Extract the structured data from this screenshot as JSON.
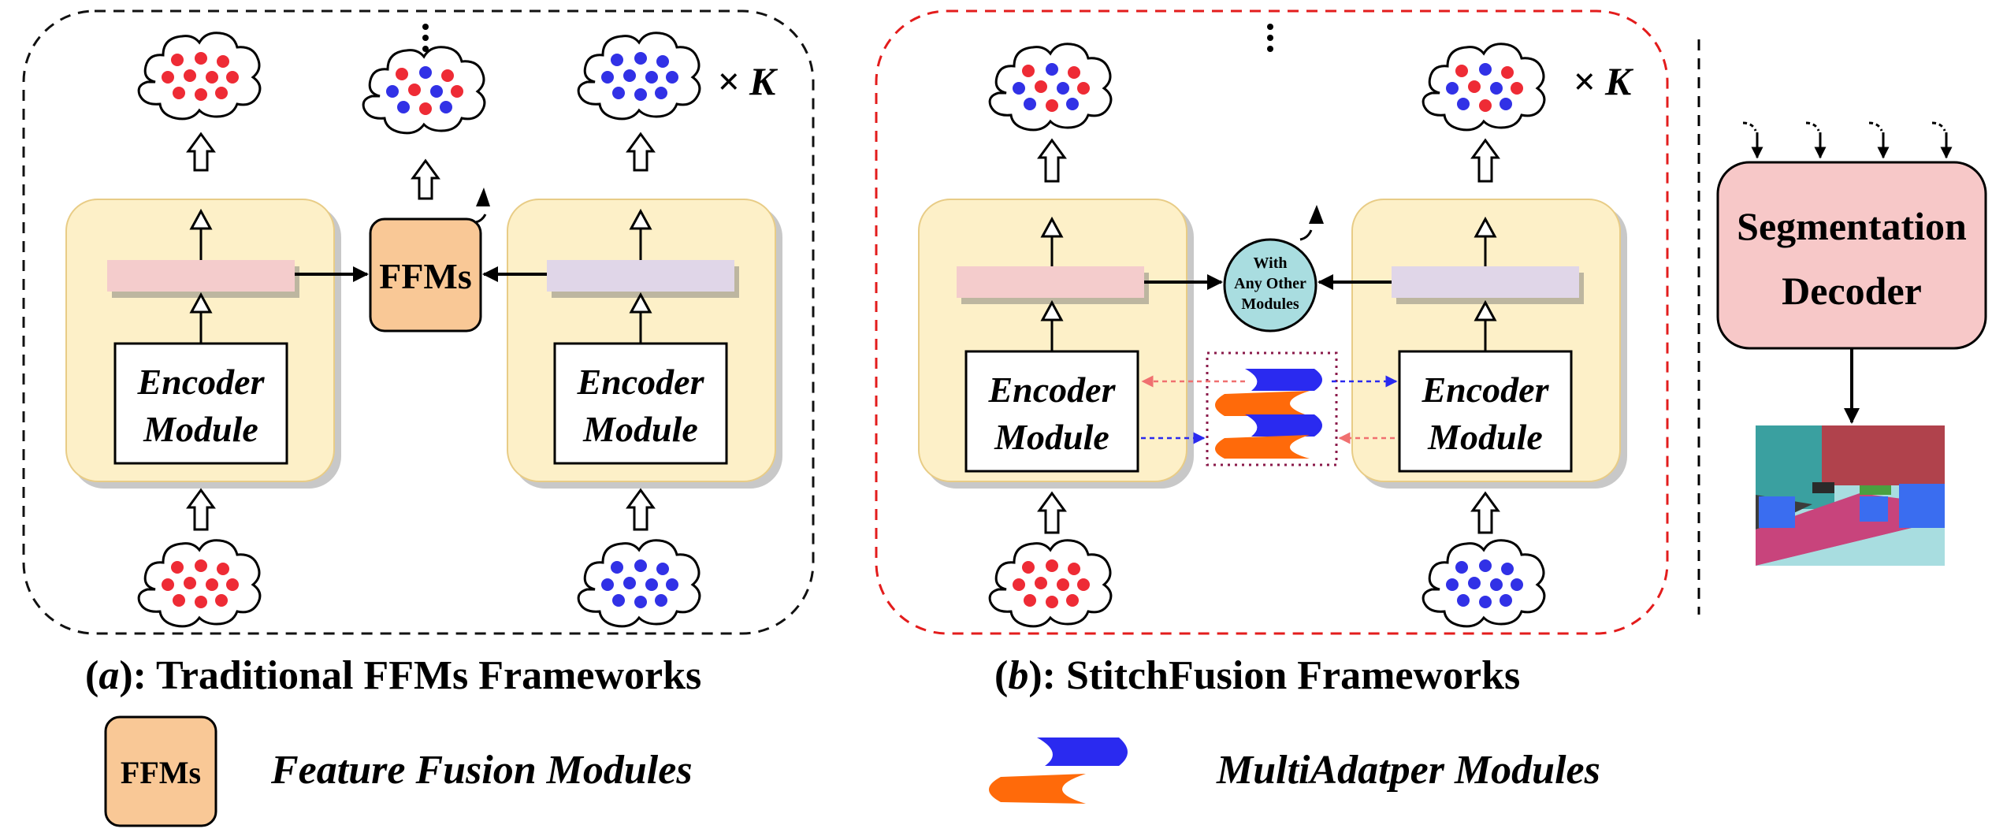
{
  "colors": {
    "red_dot": "#ee2b35",
    "blue_dot": "#3131e6",
    "encoder_bg": "#fdf0c8",
    "ffm_bg": "#f9c896",
    "decoder_bg": "#f7c8c8",
    "feat_pink": "#f4cccc",
    "feat_lilac": "#e0d6e8",
    "module_circle": "#a9dde0",
    "red_border": "#e31c1c",
    "adapter_blue": "#2a2af0",
    "adapter_orange": "#ff6a0a"
  },
  "panel_a": {
    "left_encoder": {
      "line1": "Encoder",
      "line2": "Module"
    },
    "right_encoder": {
      "line1": "Encoder",
      "line2": "Module"
    },
    "ffm_label": "FFMs",
    "times_k": "× K",
    "caption_letter": "a",
    "caption_rest": "): Traditional FFMs Frameworks"
  },
  "panel_b": {
    "left_encoder": {
      "line1": "Encoder",
      "line2": "Module"
    },
    "right_encoder": {
      "line1": "Encoder",
      "line2": "Module"
    },
    "module_line1": "With",
    "module_line2": "Any Other",
    "module_line3": "Modules",
    "times_k": "× K",
    "caption_letter": "b",
    "caption_rest": "): StitchFusion Frameworks"
  },
  "decoder": {
    "line1": "Segmentation",
    "line2": "Decoder"
  },
  "legend": {
    "ffm_box_label": "FFMs",
    "ffm_text": "Feature Fusion Modules",
    "adapter_text": "MultiAdatper Modules"
  },
  "segmap_icon": "segmentation-output-icon",
  "modality_icons": [
    "rgb-modality-cloud-icon",
    "x-modality-cloud-icon",
    "fused-modality-cloud-icon"
  ]
}
